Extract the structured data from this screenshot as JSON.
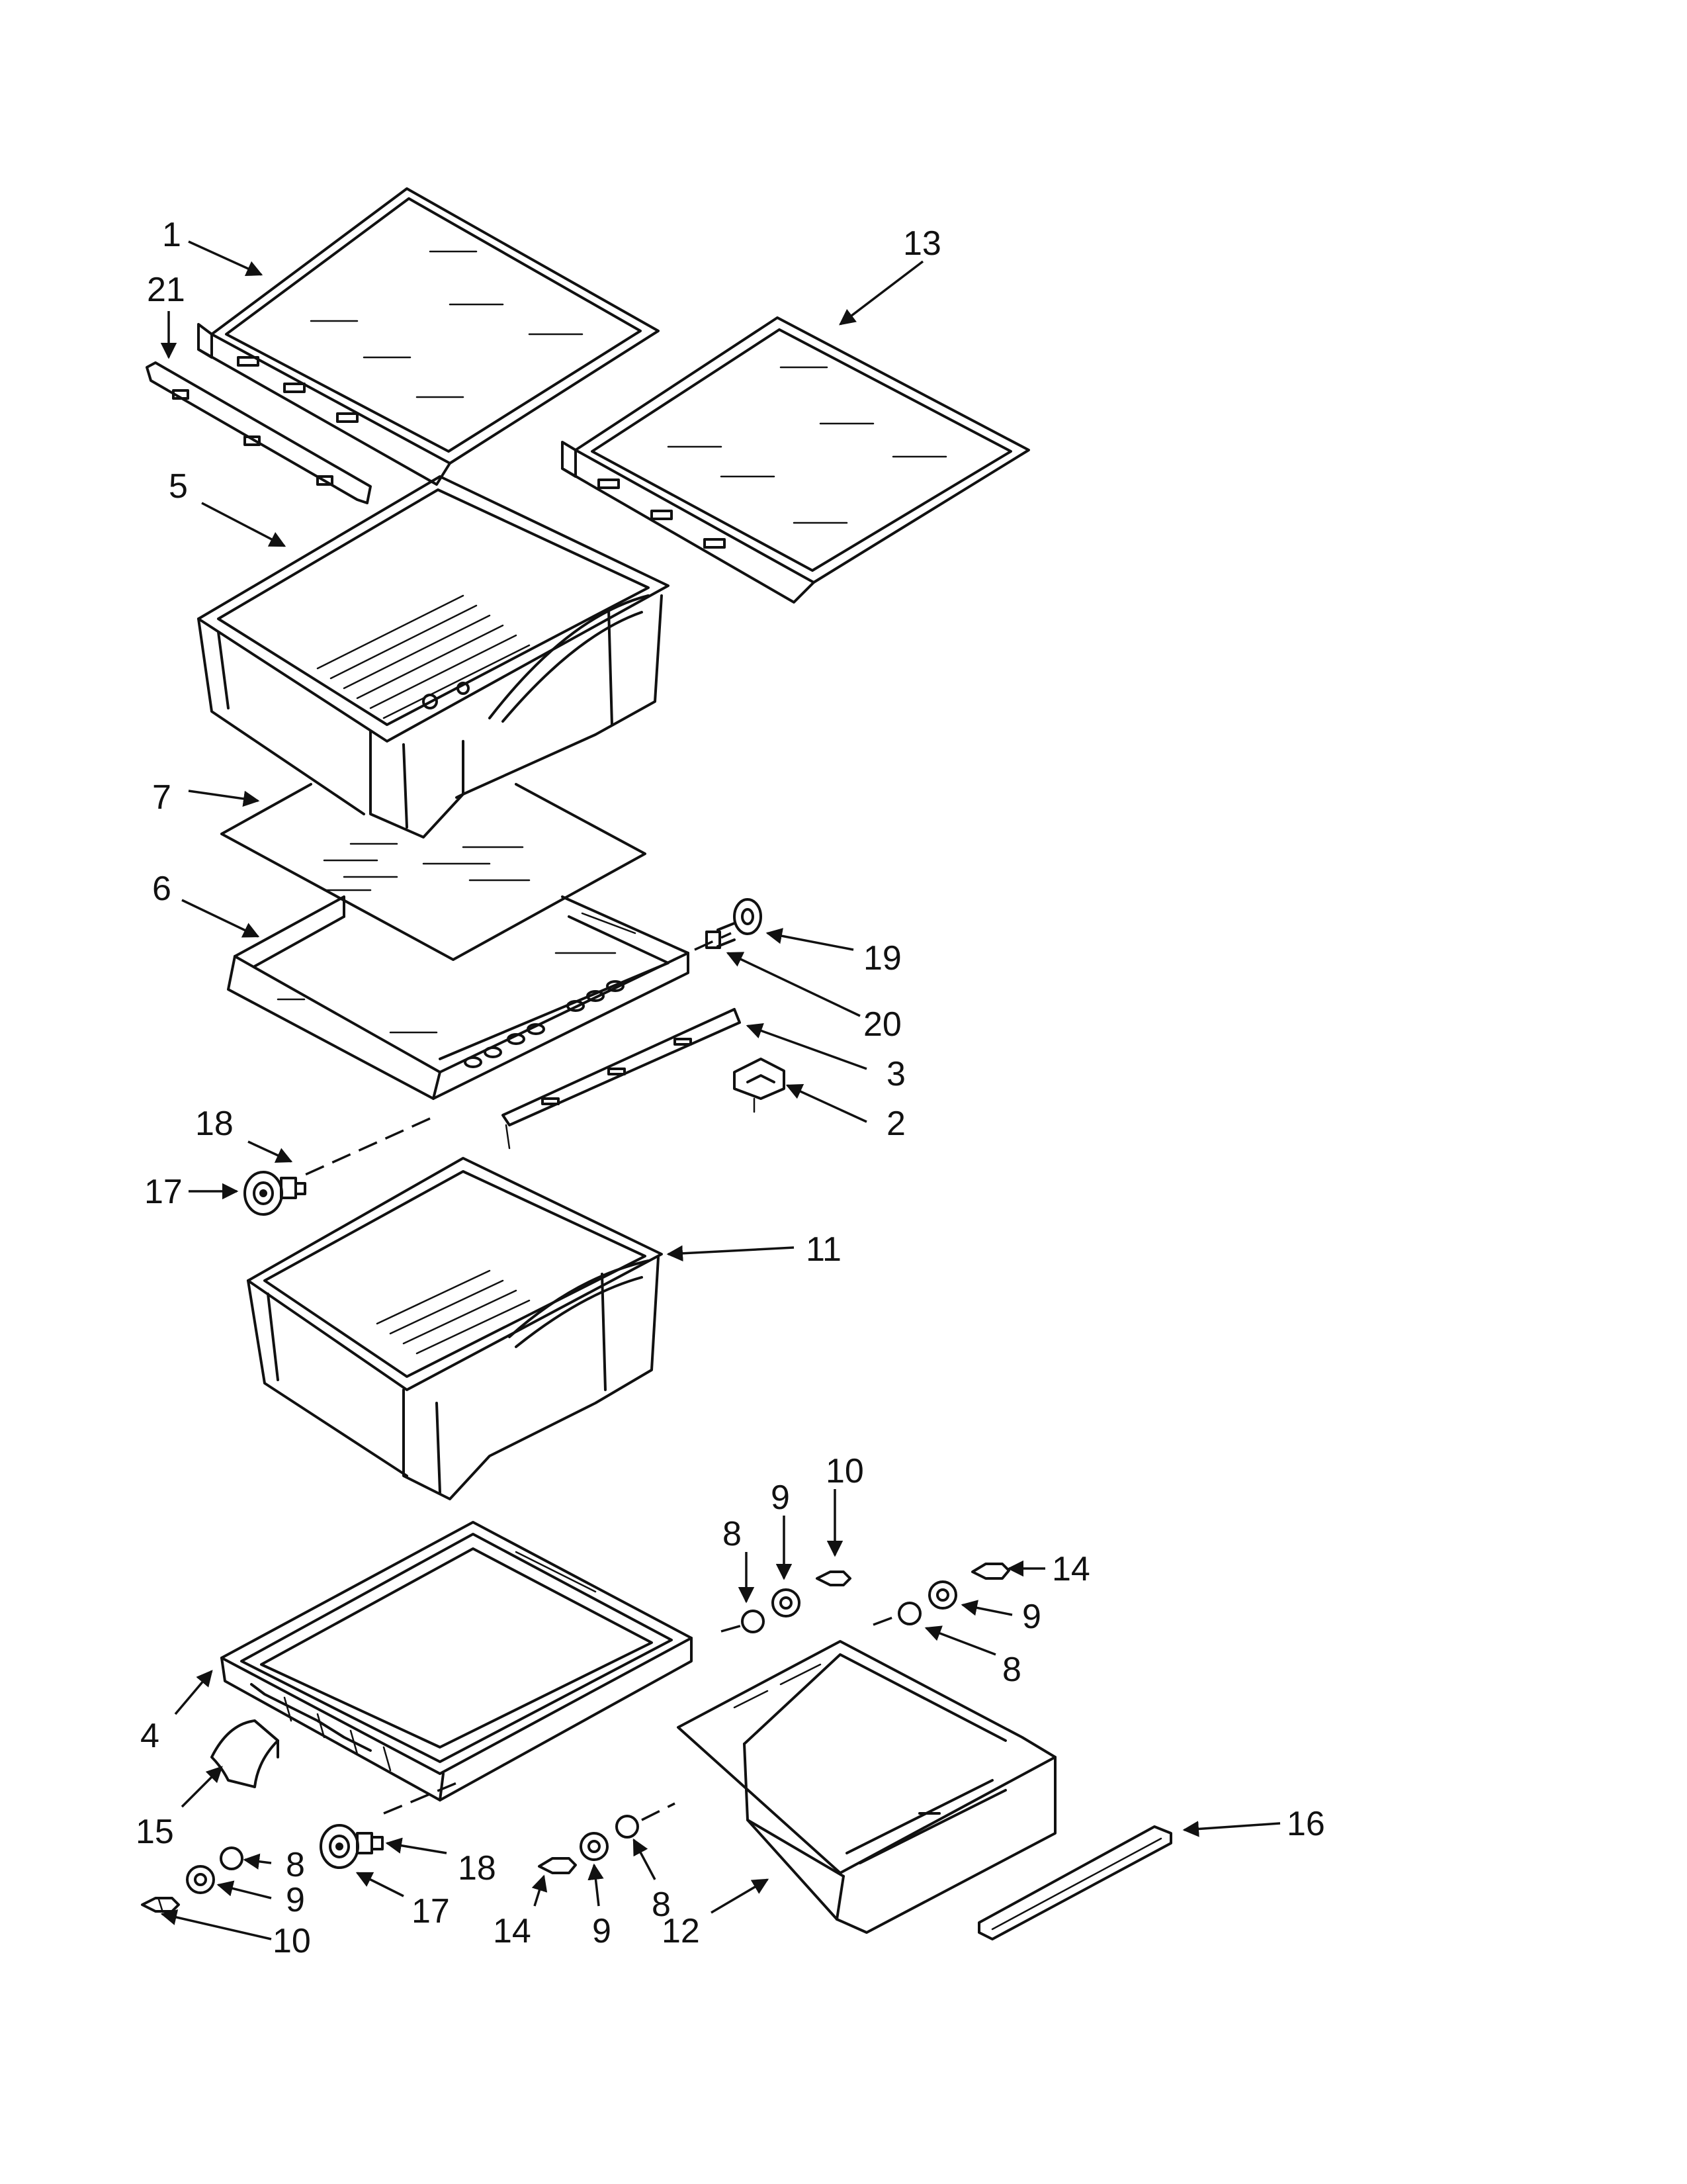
{
  "callouts": [
    {
      "id": "c1",
      "label": "1"
    },
    {
      "id": "c21",
      "label": "21"
    },
    {
      "id": "c13",
      "label": "13"
    },
    {
      "id": "c5",
      "label": "5"
    },
    {
      "id": "c7",
      "label": "7"
    },
    {
      "id": "c6",
      "label": "6"
    },
    {
      "id": "c19",
      "label": "19"
    },
    {
      "id": "c20",
      "label": "20"
    },
    {
      "id": "c3",
      "label": "3"
    },
    {
      "id": "c2",
      "label": "2"
    },
    {
      "id": "c18a",
      "label": "18"
    },
    {
      "id": "c17a",
      "label": "17"
    },
    {
      "id": "c11",
      "label": "11"
    },
    {
      "id": "c8a",
      "label": "8"
    },
    {
      "id": "c9a",
      "label": "9"
    },
    {
      "id": "c10a",
      "label": "10"
    },
    {
      "id": "c14a",
      "label": "14"
    },
    {
      "id": "c9b",
      "label": "9"
    },
    {
      "id": "c8b",
      "label": "8"
    },
    {
      "id": "c4",
      "label": "4"
    },
    {
      "id": "c15",
      "label": "15"
    },
    {
      "id": "c16",
      "label": "16"
    },
    {
      "id": "c8c",
      "label": "8"
    },
    {
      "id": "c9c",
      "label": "9"
    },
    {
      "id": "c10b",
      "label": "10"
    },
    {
      "id": "c18b",
      "label": "18"
    },
    {
      "id": "c17b",
      "label": "17"
    },
    {
      "id": "c14b",
      "label": "14"
    },
    {
      "id": "c9d",
      "label": "9"
    },
    {
      "id": "c8d",
      "label": "8"
    },
    {
      "id": "c12",
      "label": "12"
    }
  ]
}
